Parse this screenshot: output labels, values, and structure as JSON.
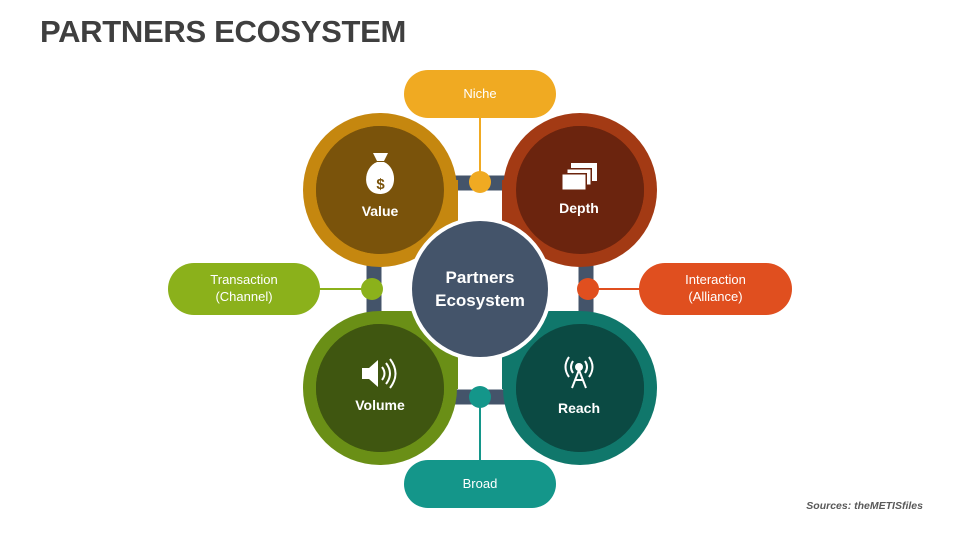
{
  "title": "PARTNERS ECOSYSTEM",
  "center": {
    "line1": "Partners",
    "line2": "Ecosystem"
  },
  "circles": {
    "value": {
      "label": "Value",
      "icon": "money-bag-icon",
      "outer": "#C5870F",
      "inner": "#7A530B"
    },
    "depth": {
      "label": "Depth",
      "icon": "layers-icon",
      "outer": "#A33A14",
      "inner": "#6B240E"
    },
    "volume": {
      "label": "Volume",
      "icon": "speaker-icon",
      "outer": "#6A8F16",
      "inner": "#3F5610"
    },
    "reach": {
      "label": "Reach",
      "icon": "antenna-icon",
      "outer": "#10776B",
      "inner": "#0B4A43"
    }
  },
  "pills": {
    "niche": {
      "label": "Niche",
      "color": "#F0AA22"
    },
    "transaction": {
      "line1": "Transaction",
      "line2": "(Channel)",
      "color": "#8BB11B"
    },
    "interaction": {
      "line1": "Interaction",
      "line2": "(Alliance)",
      "color": "#E04F1F"
    },
    "broad": {
      "label": "Broad",
      "color": "#14968A"
    }
  },
  "center_color": "#44546A",
  "source": "Sources: theMETISfiles"
}
